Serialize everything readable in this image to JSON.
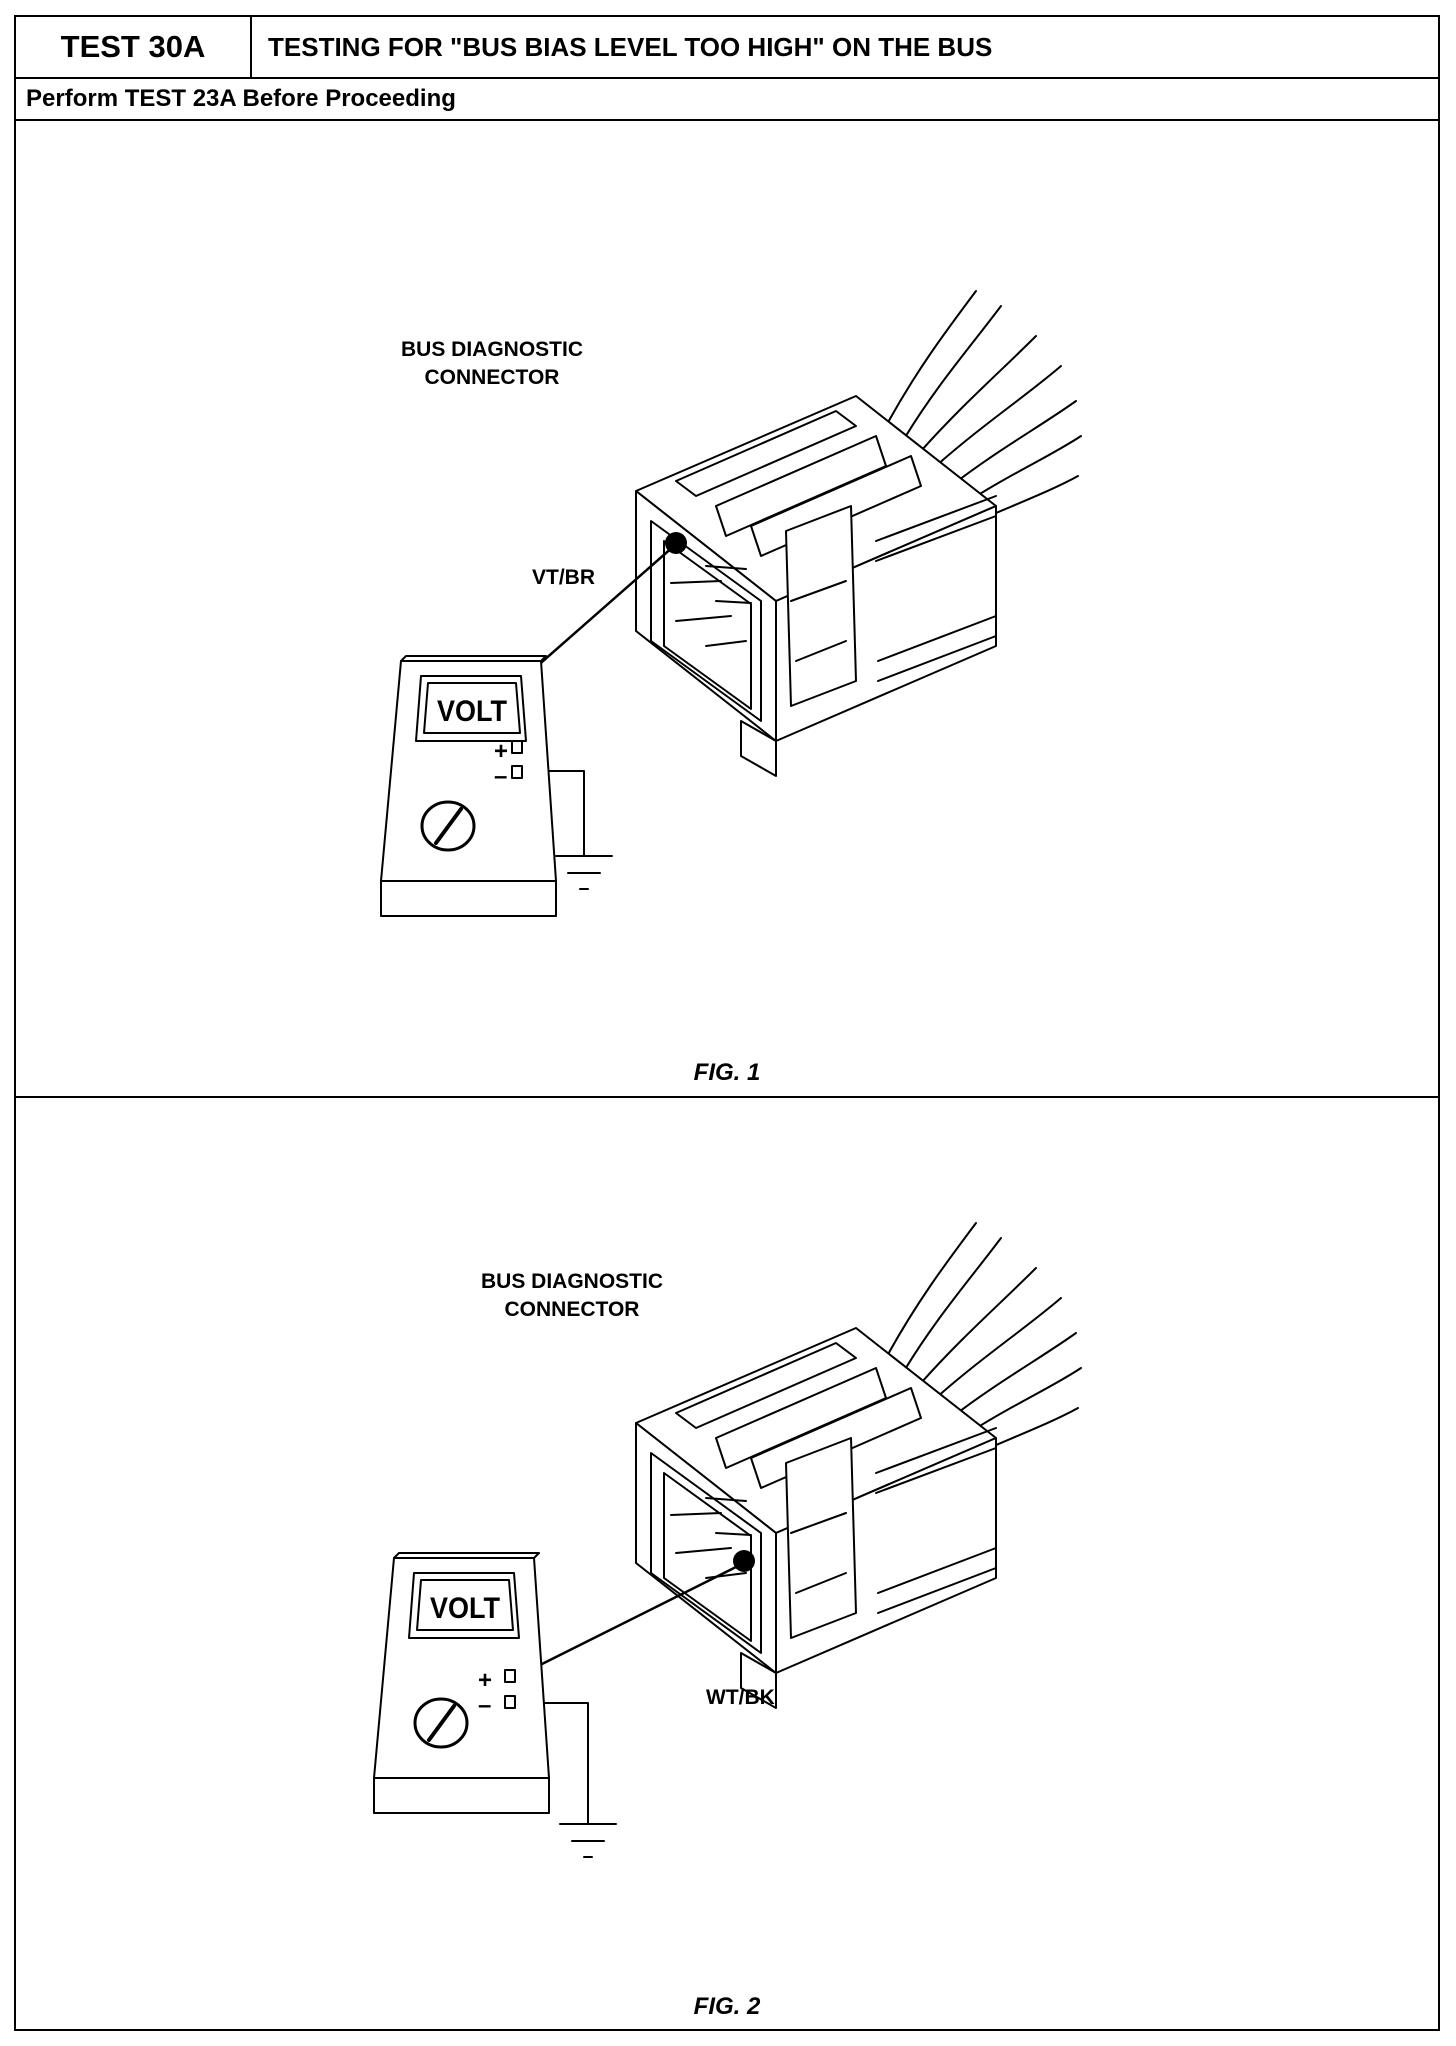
{
  "header": {
    "test_id": "TEST 30A",
    "title": "TESTING FOR \"BUS BIAS LEVEL TOO HIGH\" ON THE BUS",
    "prerequisite": "Perform TEST 23A Before Proceeding"
  },
  "figures": [
    {
      "caption": "FIG. 1",
      "connector_label_line1": "BUS DIAGNOSTIC",
      "connector_label_line2": "CONNECTOR",
      "wire_label": "VT/BR",
      "meter_display": "VOLT",
      "plus_symbol": "+",
      "minus_symbol": "–"
    },
    {
      "caption": "FIG. 2",
      "connector_label_line1": "BUS DIAGNOSTIC",
      "connector_label_line2": "CONNECTOR",
      "wire_label": "WT/BK",
      "meter_display": "VOLT",
      "plus_symbol": "+",
      "minus_symbol": "–"
    }
  ]
}
